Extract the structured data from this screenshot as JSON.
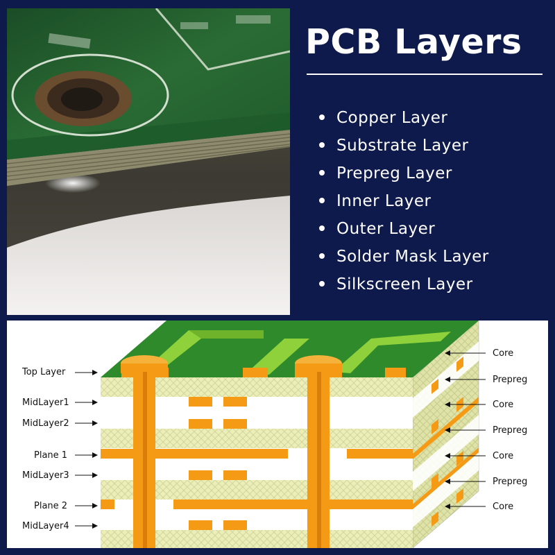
{
  "header": {
    "title": "PCB Layers"
  },
  "layer_list": [
    "Copper Layer",
    "Substrate Layer",
    "Prepreg Layer",
    "Inner Layer",
    "Outer Layer",
    "Solder Mask Layer",
    "Silkscreen Layer"
  ],
  "diagram": {
    "left_labels": [
      "Top Layer",
      "MidLayer1",
      "MidLayer2",
      "Plane 1",
      "MidLayer3",
      "Plane 2",
      "MidLayer4"
    ],
    "right_labels": [
      "Core",
      "Prepreg",
      "Core",
      "Prepreg",
      "Core",
      "Prepreg",
      "Core"
    ]
  },
  "colors": {
    "background": "#0e1a4c",
    "solder_mask_green": "#2f8a2c",
    "trace_green": "#8fd13a",
    "copper_orange": "#f59a14",
    "substrate_cream": "#ebeeb8"
  }
}
